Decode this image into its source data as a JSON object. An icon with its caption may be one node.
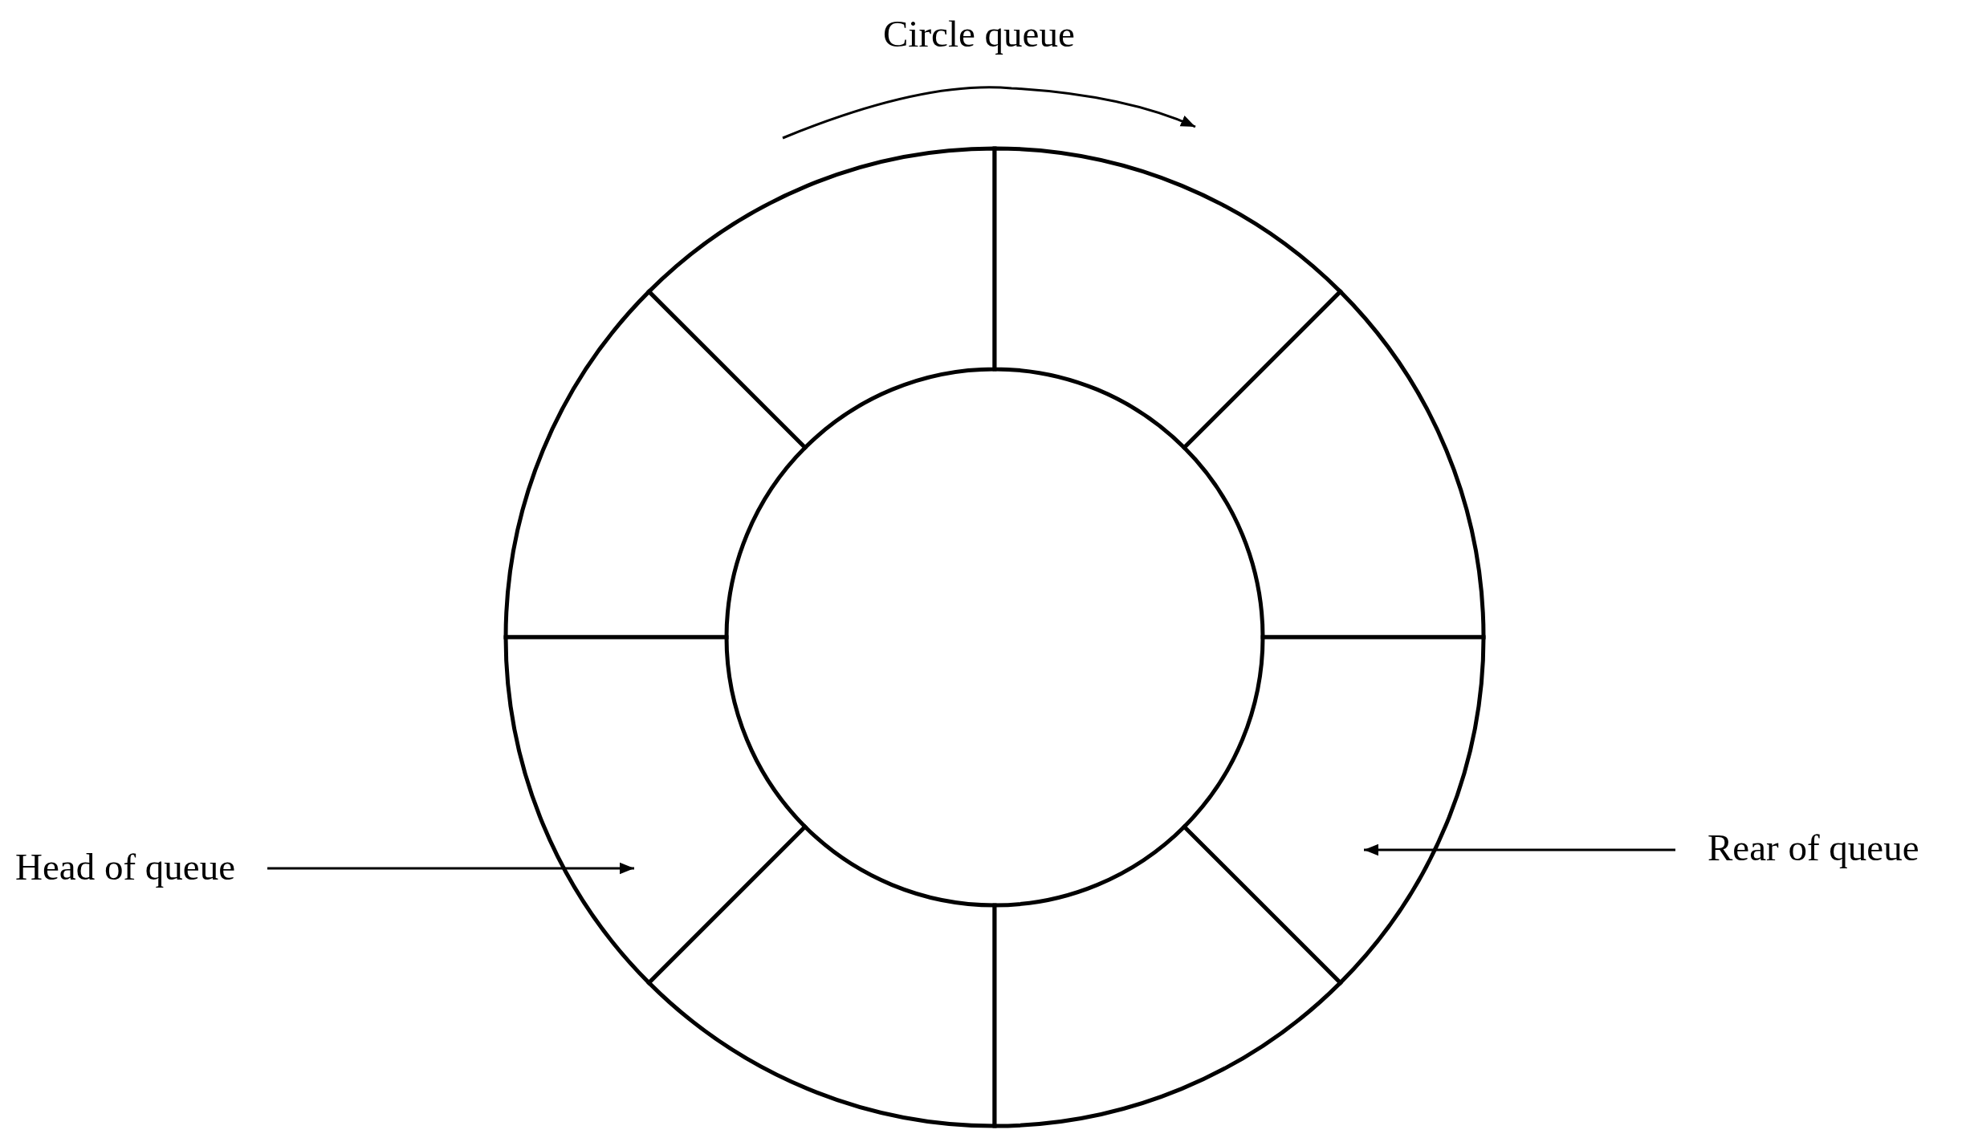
{
  "diagram": {
    "nodes": [
      {
        "text": [],
        "shape": "sector"
      },
      {
        "text": [],
        "shape": "sector"
      },
      {
        "text": [],
        "shape": "sector"
      },
      {
        "text": [],
        "shape": "sector"
      },
      {
        "text": [],
        "shape": "sector"
      },
      {
        "text": [],
        "shape": "sector"
      },
      {
        "text": [],
        "shape": "sector"
      },
      {
        "text": [],
        "shape": "sector"
      },
      {
        "text": [
          "Head of queue"
        ]
      },
      {
        "text": [
          "Rear of queue"
        ]
      }
    ],
    "edges": [
      {
        "from": 8,
        "to": 4,
        "arrow": "to"
      },
      {
        "from": 9,
        "to": 5,
        "arrow": "to"
      }
    ],
    "labels": [
      "Circle queue"
    ]
  }
}
